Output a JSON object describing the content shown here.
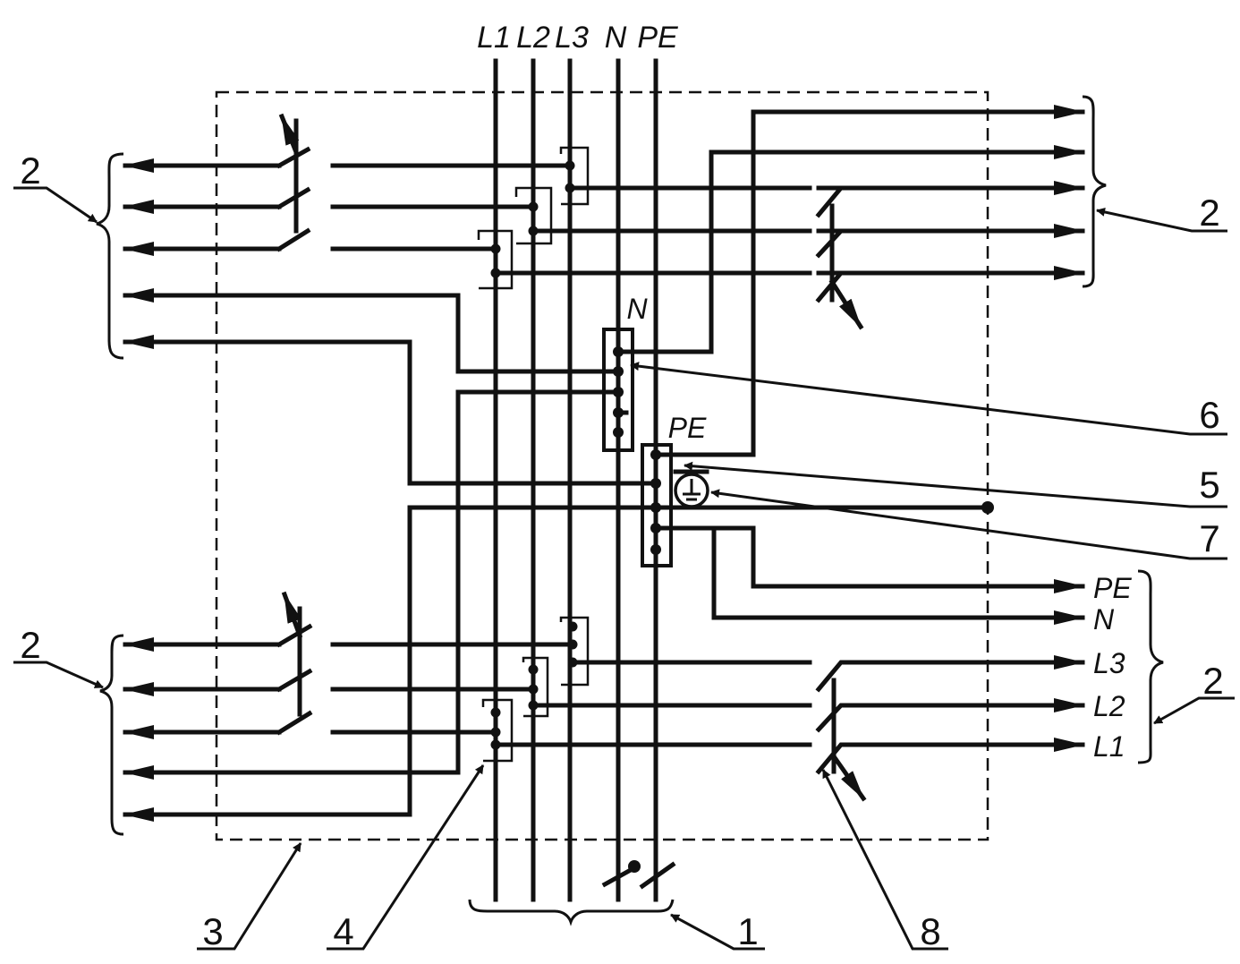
{
  "bus_labels": [
    "L1",
    "L2",
    "L3",
    "N",
    "PE"
  ],
  "block_labels": {
    "n_bus": "N",
    "pe_bus": "PE"
  },
  "output_labels": [
    "PE",
    "N",
    "L3",
    "L2",
    "L1"
  ],
  "callouts": {
    "c1": "1",
    "c2a": "2",
    "c2b": "2",
    "c2c": "2",
    "c2d": "2",
    "c3": "3",
    "c4": "4",
    "c5": "5",
    "c6": "6",
    "c7": "7",
    "c8": "8"
  }
}
